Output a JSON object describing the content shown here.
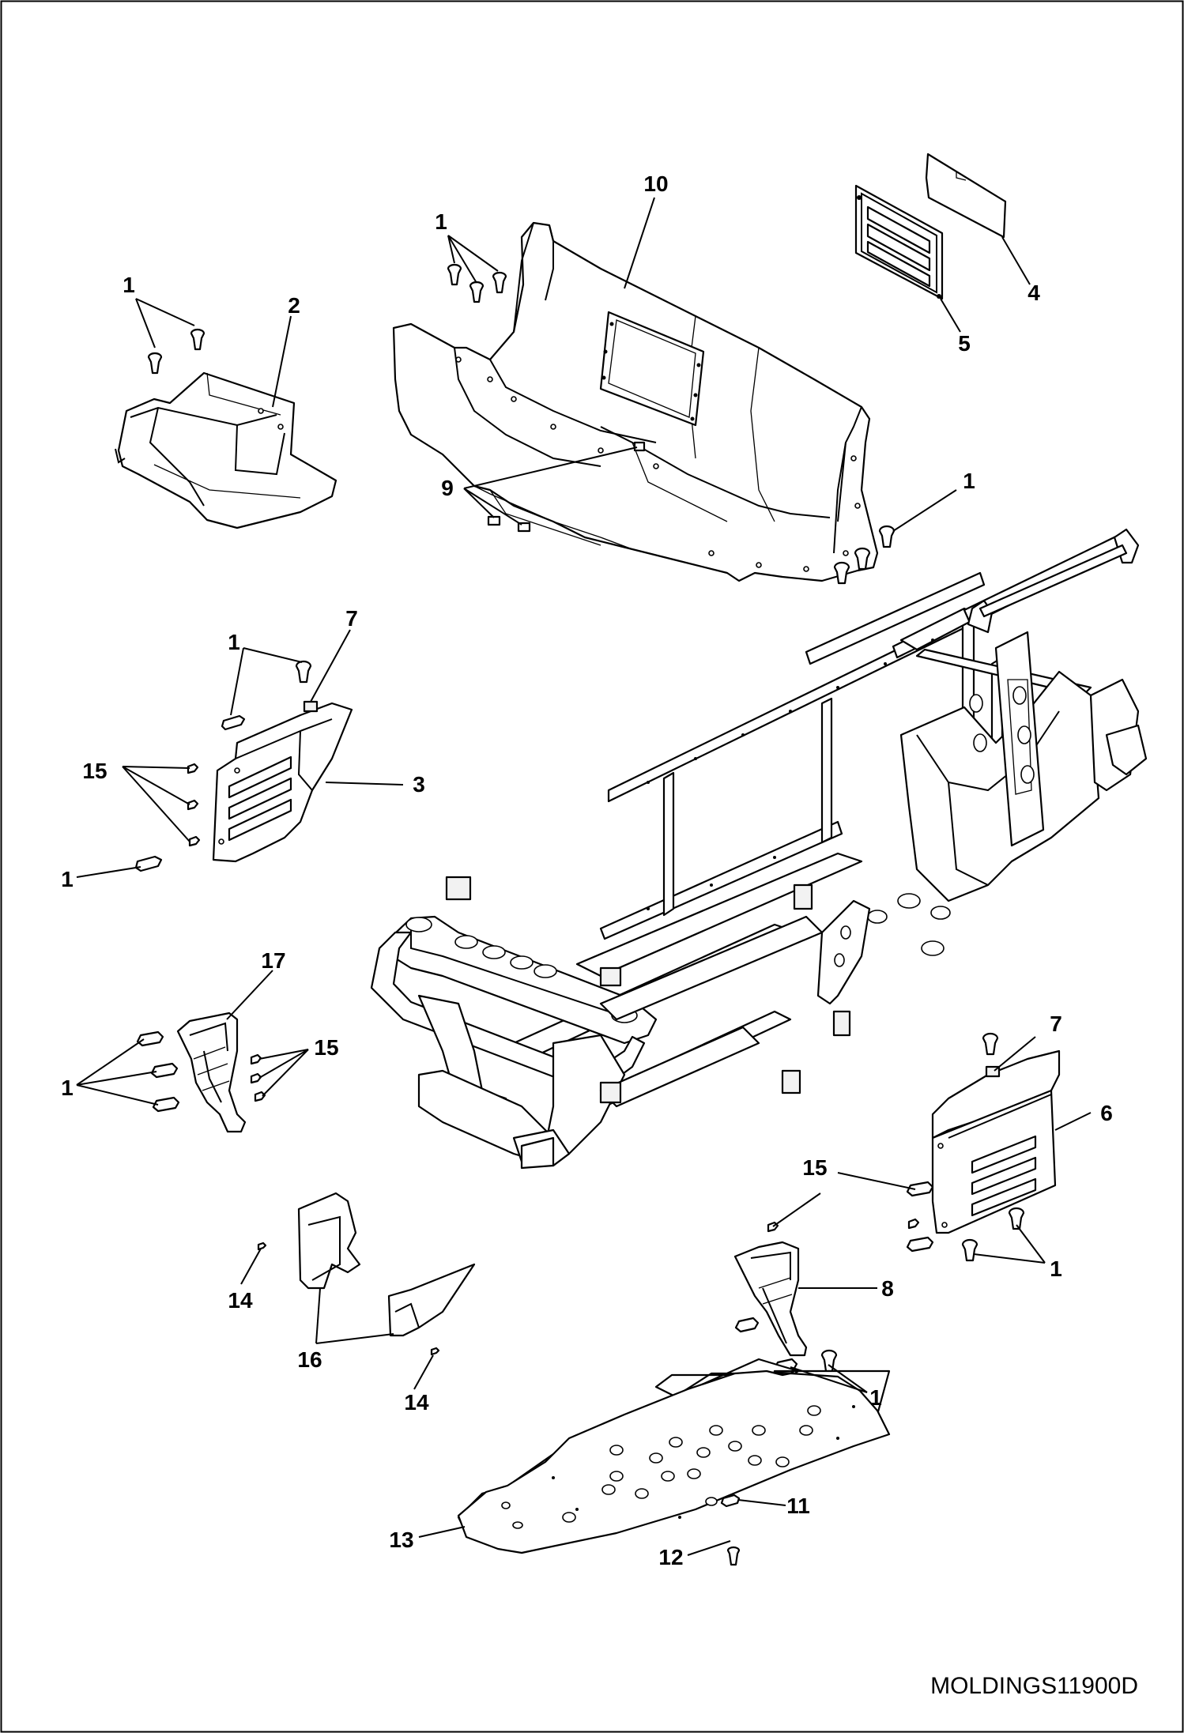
{
  "diagram": {
    "caption": "MOLDINGS11900D",
    "callouts": [
      {
        "id": "c-1-a",
        "label": "1"
      },
      {
        "id": "c-2",
        "label": "2"
      },
      {
        "id": "c-1-b",
        "label": "1"
      },
      {
        "id": "c-10",
        "label": "10"
      },
      {
        "id": "c-4",
        "label": "4"
      },
      {
        "id": "c-5",
        "label": "5"
      },
      {
        "id": "c-9",
        "label": "9"
      },
      {
        "id": "c-1-c",
        "label": "1"
      },
      {
        "id": "c-7-a",
        "label": "7"
      },
      {
        "id": "c-1-d",
        "label": "1"
      },
      {
        "id": "c-15-a",
        "label": "15"
      },
      {
        "id": "c-3",
        "label": "3"
      },
      {
        "id": "c-1-e",
        "label": "1"
      },
      {
        "id": "c-17",
        "label": "17"
      },
      {
        "id": "c-1-f",
        "label": "1"
      },
      {
        "id": "c-15-b",
        "label": "15"
      },
      {
        "id": "c-7-b",
        "label": "7"
      },
      {
        "id": "c-6",
        "label": "6"
      },
      {
        "id": "c-15-c",
        "label": "15"
      },
      {
        "id": "c-1-g",
        "label": "1"
      },
      {
        "id": "c-14-a",
        "label": "14"
      },
      {
        "id": "c-16",
        "label": "16"
      },
      {
        "id": "c-14-b",
        "label": "14"
      },
      {
        "id": "c-8",
        "label": "8"
      },
      {
        "id": "c-1-h",
        "label": "1"
      },
      {
        "id": "c-11",
        "label": "11"
      },
      {
        "id": "c-13",
        "label": "13"
      },
      {
        "id": "c-12",
        "label": "12"
      }
    ]
  }
}
